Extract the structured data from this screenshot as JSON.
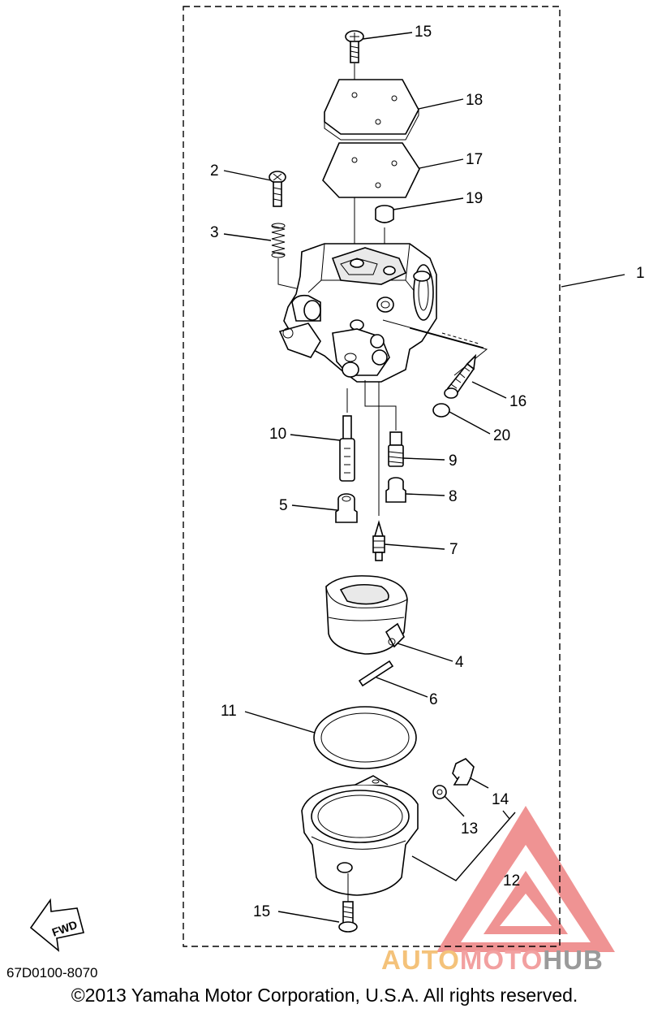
{
  "callouts": [
    {
      "num": "1"
    },
    {
      "num": "2"
    },
    {
      "num": "3"
    },
    {
      "num": "4"
    },
    {
      "num": "5"
    },
    {
      "num": "6"
    },
    {
      "num": "7"
    },
    {
      "num": "8"
    },
    {
      "num": "9"
    },
    {
      "num": "10"
    },
    {
      "num": "11"
    },
    {
      "num": "12"
    },
    {
      "num": "13"
    },
    {
      "num": "14"
    },
    {
      "num": "15"
    },
    {
      "num": "15"
    },
    {
      "num": "16"
    },
    {
      "num": "17"
    },
    {
      "num": "18"
    },
    {
      "num": "19"
    },
    {
      "num": "20"
    }
  ],
  "fwd_label": "FWD",
  "diagram_code": "67D0100-8070",
  "copyright": "©2013 Yamaha Motor Corporation, U.S.A. All rights reserved.",
  "watermark": {
    "part1": "AUTO",
    "part2": "MOTO",
    "part3": "HUB"
  },
  "colors": {
    "watermark_red": "#e23b3b",
    "watermark_orange": "#f4c27a",
    "watermark_gray": "#9a9a9a"
  }
}
